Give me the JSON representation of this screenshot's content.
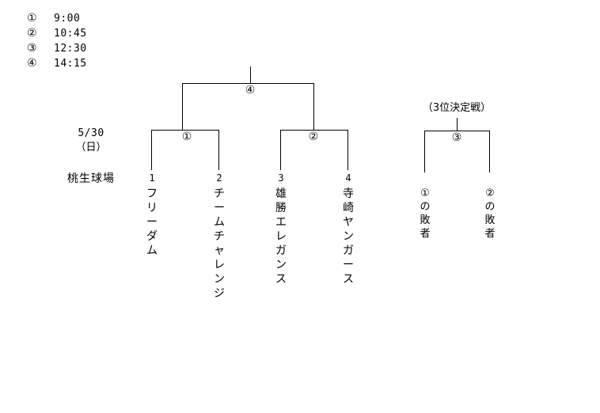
{
  "legend": {
    "rows": [
      {
        "mark": "①",
        "time": "9:00"
      },
      {
        "mark": "②",
        "time": "10:45"
      },
      {
        "mark": "③",
        "time": "12:30"
      },
      {
        "mark": "④",
        "time": "14:15"
      }
    ]
  },
  "event": {
    "date": "5/30",
    "weekday": "（日）",
    "venue": "桃生球場"
  },
  "bracket": {
    "games": [
      {
        "mark": "①"
      },
      {
        "mark": "②"
      },
      {
        "mark": "④"
      }
    ],
    "teams": [
      {
        "seed": "1",
        "name": "フリーダム"
      },
      {
        "seed": "2",
        "name": "チームチャレンジ"
      },
      {
        "seed": "3",
        "name": "雄勝エレガンス"
      },
      {
        "seed": "4",
        "name": "寺崎ヤンガース"
      }
    ]
  },
  "third_place": {
    "title": "（3位決定戦）",
    "game_mark": "③",
    "entrants": [
      {
        "label": "①の敗者"
      },
      {
        "label": "②の敗者"
      }
    ]
  }
}
